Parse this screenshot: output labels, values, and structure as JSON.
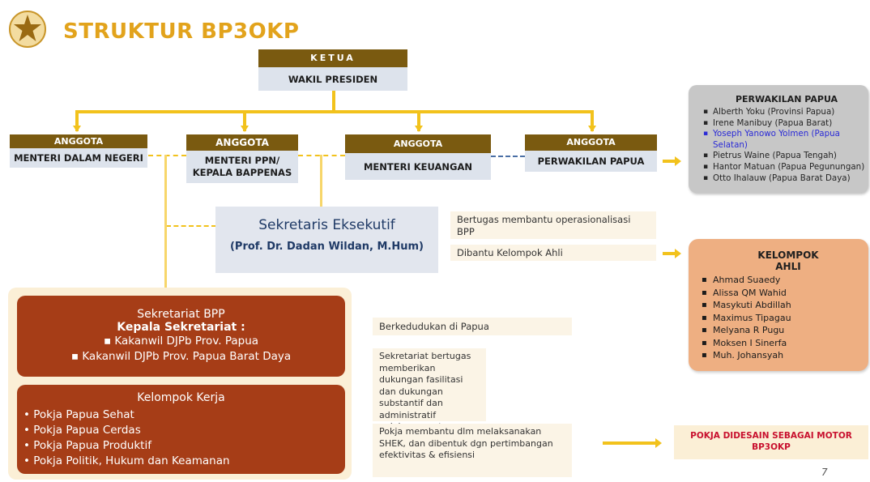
{
  "title": "STRUKTUR BP3OKP",
  "ketua": {
    "header": "KETUA",
    "name": "WAKIL PRESIDEN"
  },
  "anggota": [
    {
      "header": "ANGGOTA",
      "name": "MENTERI DALAM NEGERI"
    },
    {
      "header": "ANGGOTA",
      "name_line1": "MENTERI PPN/",
      "name_line2": "KEPALA BAPPENAS"
    },
    {
      "header": "ANGGOTA",
      "name": "MENTERI KEUANGAN"
    },
    {
      "header": "ANGGOTA",
      "name": "PERWAKILAN PAPUA"
    }
  ],
  "perwakilan_papua": {
    "title": "PERWAKILAN PAPUA",
    "items": [
      "Alberth Yoku (Provinsi Papua)",
      "Irene Manibuy (Papua Barat)",
      "Yoseph Yanowo Yolmen (Papua Selatan)",
      "Pietrus Waine (Papua Tengah)",
      "Hantor Matuan (Papua Pegunungan)",
      "Otto Ihalauw (Papua Barat Daya)"
    ],
    "highlight_color": "#2b2bd6"
  },
  "sekretaris": {
    "title": "Sekretaris Eksekutif",
    "name": "(Prof. Dr. Dadan Wildan, M.Hum)"
  },
  "notes": {
    "tugas": "Bertugas membantu operasionalisasi BPP",
    "dibantu": "Dibantu Kelompok Ahli",
    "kedudukan": "Berkedudukan di Papua",
    "sekretariat_tugas": "Sekretariat bertugas memberikan dukungan fasilitasi dan dukungan substantif dan administratif pelaksanaan tugas BPP",
    "pokja_tugas": "Pokja membantu dlm melaksanakan SHEK, dan dibentuk dgn pertimbangan efektivitas & efisiensi"
  },
  "kelompok_ahli": {
    "title_line1": "KELOMPOK",
    "title_line2": "AHLI",
    "items": [
      "Ahmad Suaedy",
      "Alissa QM Wahid",
      "Masykuti Abdillah",
      "Maximus Tipagau",
      "Melyana R Pugu",
      "Moksen I Sinerfa",
      "Muh. Johansyah"
    ]
  },
  "sekretariat": {
    "title": "Sekretariat BPP",
    "subtitle": "Kepala Sekretariat :",
    "items": [
      "Kakanwil DJPb Prov. Papua",
      "Kakanwil DJPb Prov. Papua Barat Daya"
    ]
  },
  "pokja": {
    "title": "Kelompok Kerja",
    "items": [
      "Pokja Papua Sehat",
      "Pokja Papua Cerdas",
      "Pokja Papua Produktif",
      "Pokja Politik, Hukum dan Keamanan"
    ]
  },
  "motor": {
    "line1": "POKJA DIDESAIN SEBAGAI MOTOR",
    "line2": "BP3OKP",
    "color": "#c8102e"
  },
  "page_number": "7",
  "colors": {
    "gold": "#e2a31c",
    "brown": "#7a5a10",
    "yellow_line": "#f2c21c",
    "red_box": "#a63d17"
  }
}
